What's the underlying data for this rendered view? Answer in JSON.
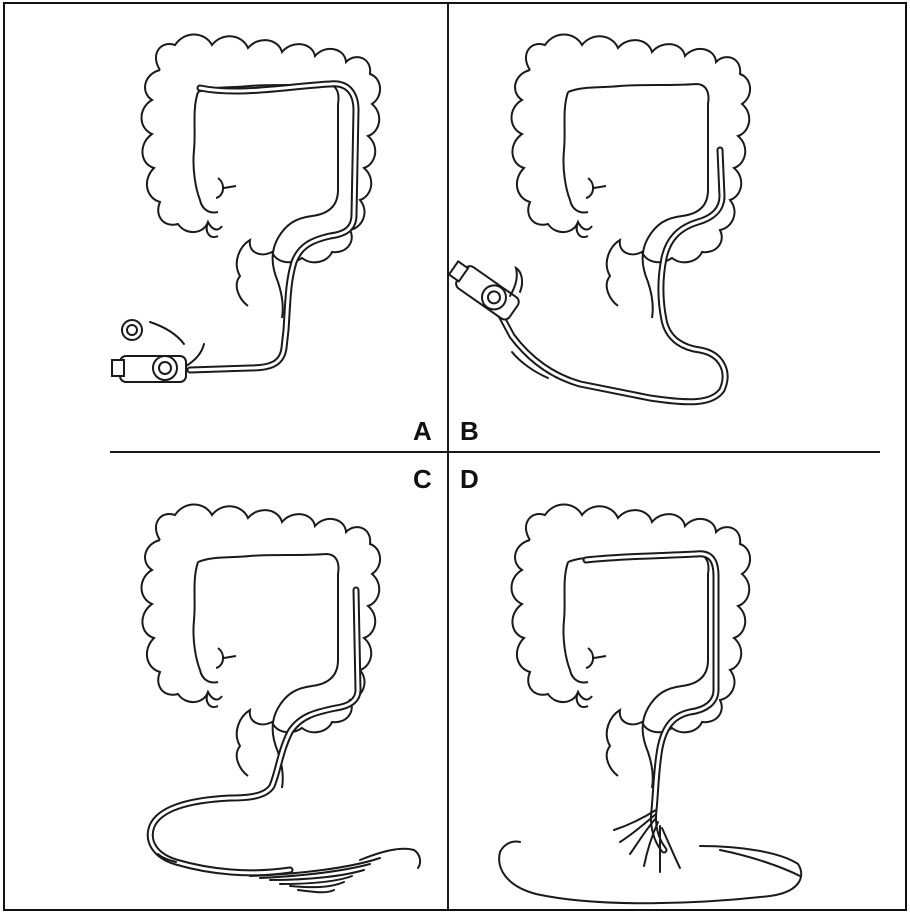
{
  "panels": [
    {
      "id": "A",
      "label": "A"
    },
    {
      "id": "B",
      "label": "B"
    },
    {
      "id": "C",
      "label": "C"
    },
    {
      "id": "D",
      "label": "D"
    }
  ],
  "colors": {
    "line": "#1a1a1a",
    "background": "#ffffff"
  }
}
